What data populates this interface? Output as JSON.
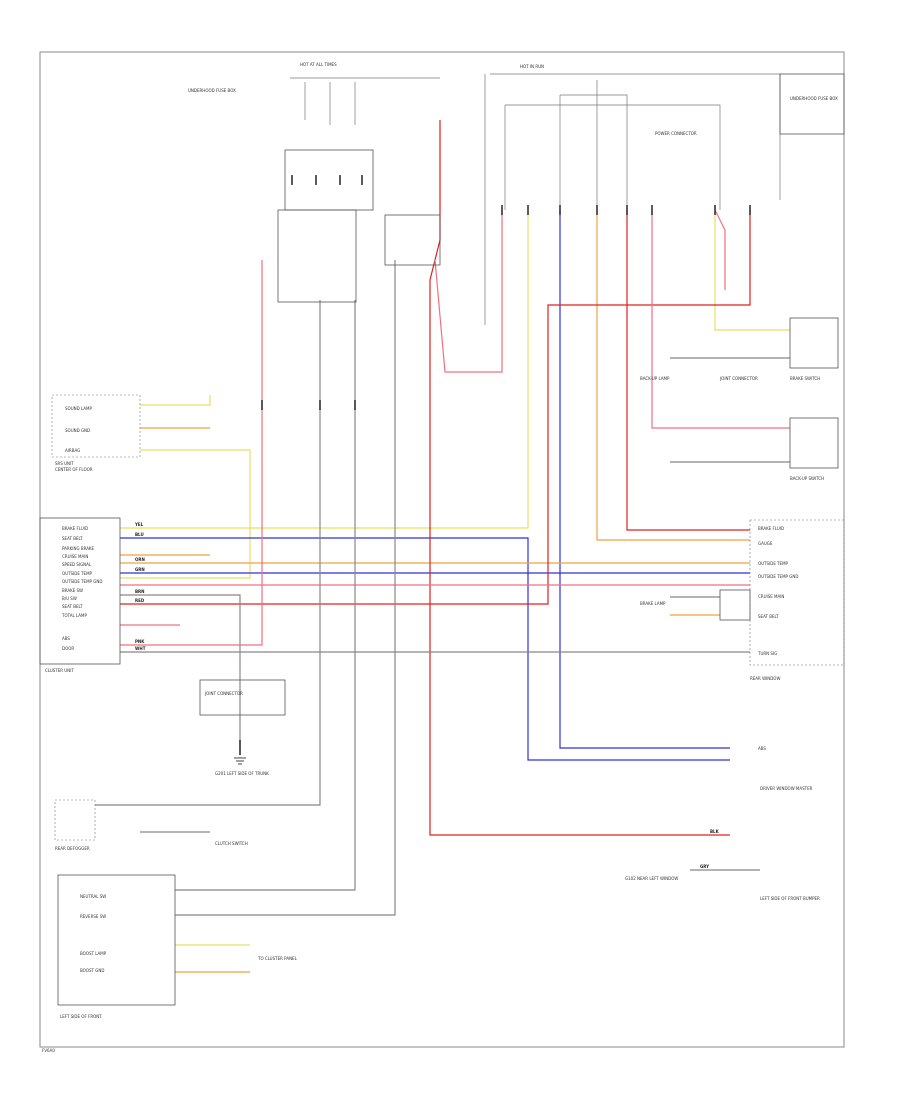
{
  "labels": {
    "footer_code": "FV6A0",
    "cluster_unit": "CLUSTER UNIT",
    "cluster_pins": [
      "BRAKE FLUID",
      "SEAT BELT",
      "PARKING BRAKE",
      "CRUISE MAIN",
      "SPEED SIGNAL",
      "OUTSIDE TEMP",
      "OUTSIDE TEMP GND",
      "BRAKE SW",
      "B/U SW",
      "SEAT BELT",
      "TOTAL LAMP",
      "ABS",
      "DOOR"
    ],
    "srs_unit": "SRS UNIT",
    "srs_location": "CENTER OF FLOOR",
    "srs_pins": [
      "SOUND LAMP",
      "SOUND GND",
      "AIRBAG"
    ],
    "rear_defogger": "REAR DEFOGGER",
    "to_clusterpanel": "TO CLUSTER PANEL",
    "clutch_switch": "CLUTCH SWITCH",
    "right_side_unit": "LEFT SIDE OF FRONT",
    "right_unit_pins": [
      "NEUTRAL SW",
      "REVERSE SW",
      "BOOST LAMP",
      "BOOST GND"
    ],
    "ground_left": "G201 LEFT SIDE OF TRUNK",
    "ground_right": "G102 NEAR LEFT WINDOW",
    "joint_connector": "JOINT CONNECTOR",
    "top_hot": "HOT AT ALL TIMES",
    "top_hot_run": "HOT IN RUN",
    "fuse_left": "UNDERHOOD FUSE BOX",
    "fuse_right": "UNDERHOOD FUSE BOX",
    "right_connector": "POWER CONNECTOR",
    "brake_switch": "BRAKE SWITCH",
    "backup_switch": "BACK-UP SWITCH",
    "rear_window": "REAR WINDOW",
    "driver_window": "DRIVER WINDOW MASTER",
    "right_lamps": [
      "BRAKE LAMP",
      "BACK-UP LAMP"
    ],
    "right_signals": [
      "BRAKE FLUID",
      "GAUGE",
      "OUTSIDE TEMP",
      "OUTSIDE TEMP GND",
      "CRUISE MAIN",
      "SEAT BELT",
      "TURN SIG",
      "ABS"
    ],
    "bottom_right": "LEFT SIDE OF FRONT BUMPER",
    "wire_codes": [
      "YEL",
      "BLU",
      "ORN",
      "RED",
      "GRN",
      "PNK",
      "BRN",
      "WHT",
      "BLK",
      "GRY"
    ]
  },
  "colors": {
    "yellow": "#e8e060",
    "blue": "#3030d8",
    "orange": "#f0a040",
    "red": "#e02020",
    "pink": "#f07080",
    "gray": "#888888",
    "black": "#444444"
  }
}
